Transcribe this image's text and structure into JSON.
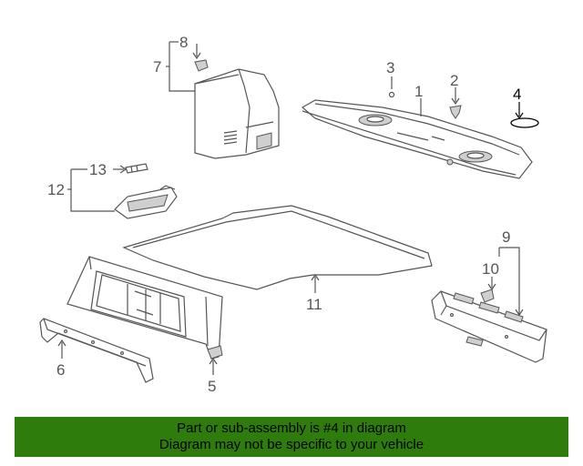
{
  "callouts": {
    "c1": "1",
    "c2": "2",
    "c3": "3",
    "c4": "4",
    "c5": "5",
    "c6": "6",
    "c7": "7",
    "c8": "8",
    "c9": "9",
    "c10": "10",
    "c11": "11",
    "c12": "12",
    "c13": "13"
  },
  "highlighted_part": "4",
  "banner": {
    "line1": "Part or sub-assembly is #4 in diagram",
    "line2": "Diagram may not be specific to your vehicle",
    "background": "#2e7d0c"
  }
}
